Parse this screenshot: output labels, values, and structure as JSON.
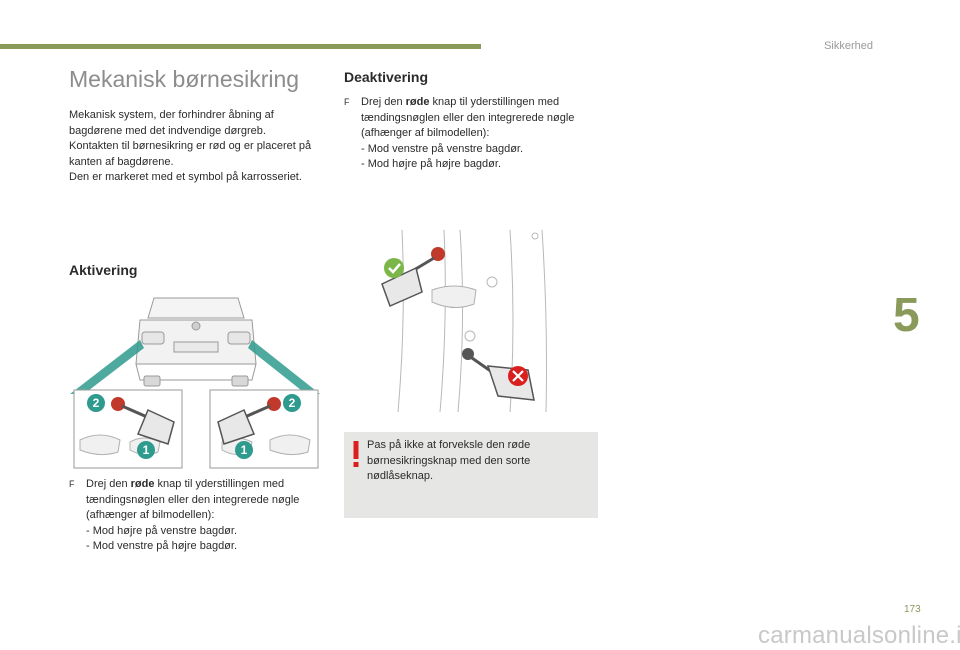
{
  "header": {
    "section": "Sikkerhed",
    "chapter": "5"
  },
  "page_number": "173",
  "watermark": "carmanualsonline.info",
  "title": "Mekanisk børnesikring",
  "intro": [
    "Mekanisk system, der forhindrer åbning af bagdørene med det indvendige dørgreb.",
    "Kontakten til børnesikring er rød og er placeret på kanten af bagdørene.",
    "Den er markeret med et symbol på karrosseriet."
  ],
  "aktivering": {
    "heading": "Aktivering",
    "bullet_mark": "F",
    "lead_before": "Drej den ",
    "lead_bold": "røde",
    "lead_after": " knap til yderstillingen med tændingsnøglen eller den integrerede nøgle (afhænger af bilmodellen):",
    "items": [
      "- Mod højre på venstre bagdør.",
      "- Mod venstre på højre bagdør."
    ],
    "callouts": [
      "2",
      "1",
      "2",
      "1"
    ]
  },
  "deaktivering": {
    "heading": "Deaktivering",
    "bullet_mark": "F",
    "lead_before": "Drej den ",
    "lead_bold": "røde",
    "lead_after": " knap til yderstillingen med tændingsnøglen eller den integrerede nøgle (afhænger af bilmodellen):",
    "items": [
      "- Mod venstre på venstre bagdør.",
      "- Mod højre på højre bagdør."
    ]
  },
  "note": {
    "text": "Pas på ikke at forveksle den røde børnesikringsknap med den sorte nødlåseknap."
  },
  "colors": {
    "accent_green": "#8a9a5b",
    "teal": "#2f9a8e",
    "red": "#d9201f",
    "check_green": "#7ab648"
  }
}
